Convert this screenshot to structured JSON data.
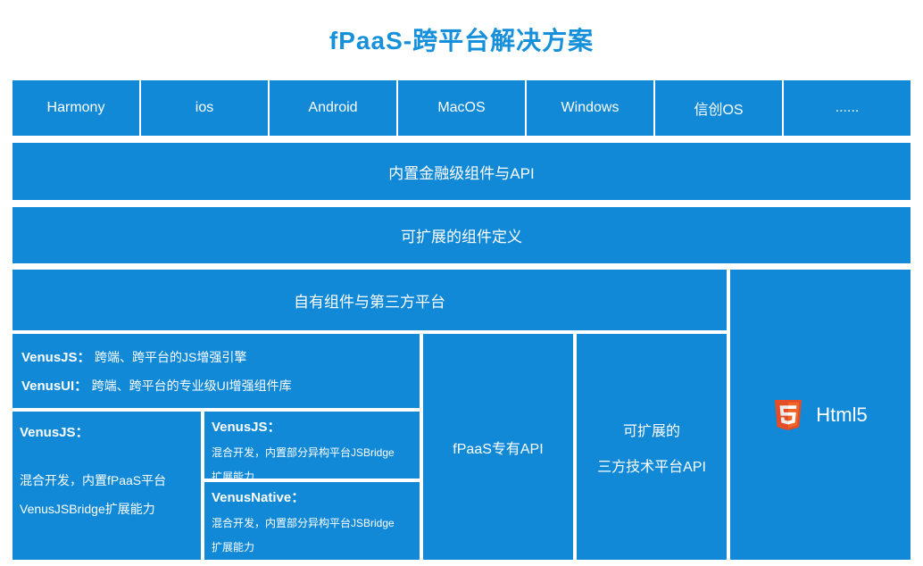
{
  "title": "fPaaS-跨平台解决方案",
  "colors": {
    "primary_blue": "#1189d7",
    "title_blue": "#1690db",
    "html5_orange": "#e44d26"
  },
  "platforms": [
    "Harmony",
    "ios",
    "Android",
    "MacOS",
    "Windows",
    "信创OS",
    "......"
  ],
  "layers": {
    "builtin_api": "内置金融级组件与API",
    "extensible_components": "可扩展的组件定义",
    "own_components": "自有组件与第三方平台"
  },
  "boxes": {
    "venus_engine": {
      "line1_label": "VenusJS：",
      "line1_text": "跨端、跨平台的JS增强引擎",
      "line2_label": "VenusUI：",
      "line2_text": "跨端、跨平台的专业级UI增强组件库"
    },
    "venus_fpaas": {
      "label": "VenusJS：",
      "line1": "混合开发，内置fPaaS平台",
      "line2": "VenusJSBridge扩展能力"
    },
    "venus_js_bridge": {
      "label": "VenusJS：",
      "line1": "混合开发，内置部分异构平台JSBridge",
      "line2": "扩展能力"
    },
    "venus_native_bridge": {
      "label": "VenusNative：",
      "line1": "混合开发，内置部分异构平台JSBridge",
      "line2": "扩展能力"
    },
    "fpaas_api": "fPaaS专有API",
    "third_party_line1": "可扩展的",
    "third_party_line2": "三方技术平台API",
    "html5_label": "Html5"
  }
}
